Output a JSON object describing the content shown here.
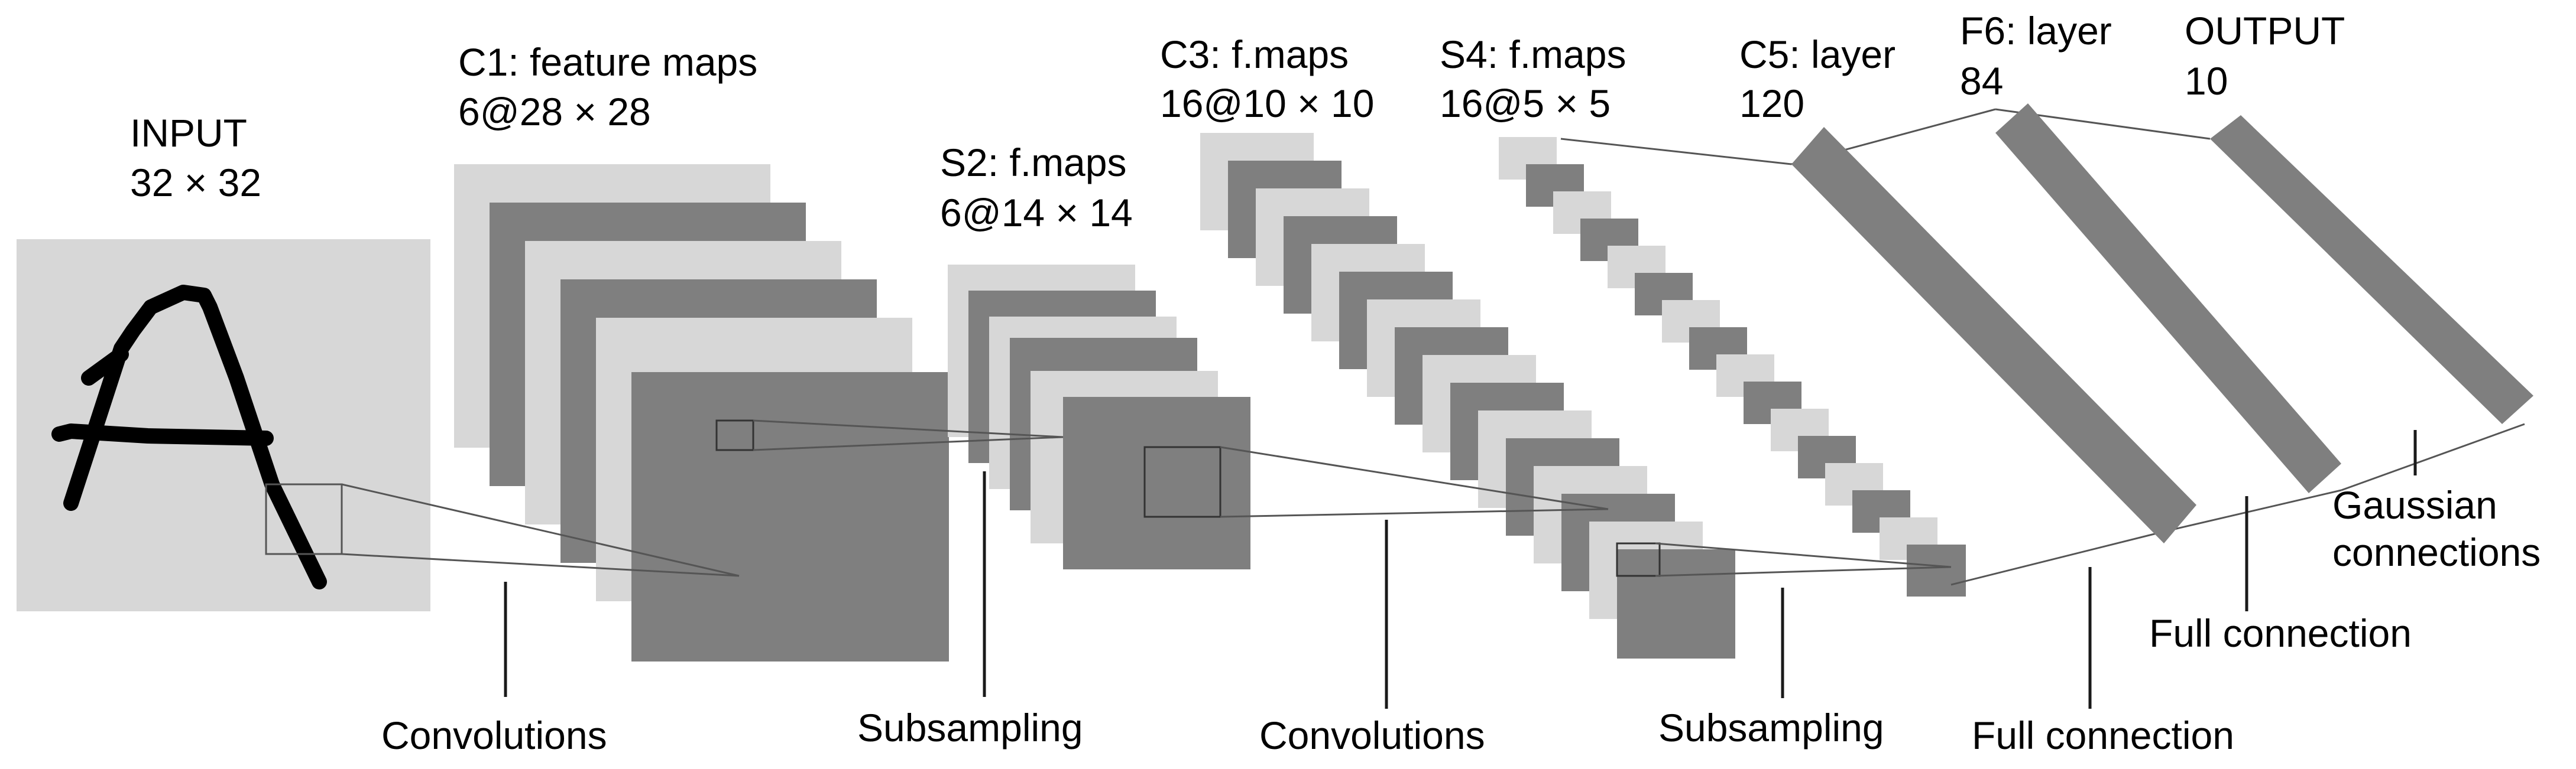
{
  "colors": {
    "light_map": "#d7d7d7",
    "dark_map": "#7f7f7f",
    "line": "#1a1a1a",
    "projection": "#555555",
    "stroke": "#000000"
  },
  "layers": {
    "input": {
      "title": "INPUT",
      "size": "32 × 32"
    },
    "c1": {
      "title": "C1: feature maps",
      "size": "6@28 × 28"
    },
    "s2": {
      "title": "S2: f.maps",
      "size": "6@14 × 14"
    },
    "c3": {
      "title": "C3: f.maps",
      "size": "16@10 × 10"
    },
    "s4": {
      "title": "S4: f.maps",
      "size": "16@5 × 5"
    },
    "c5": {
      "title": "C5: layer",
      "size": "120"
    },
    "f6": {
      "title": "F6: layer",
      "size": "84"
    },
    "output": {
      "title": "OUTPUT",
      "size": "10"
    }
  },
  "input_glyph": "A",
  "operations": {
    "conv1": "Convolutions",
    "subsamp1": "Subsampling",
    "conv2": "Convolutions",
    "subsamp2": "Subsampling",
    "full1": "Full connection",
    "full2": "Full connection",
    "gaussian_line1": "Gaussian",
    "gaussian_line2": "connections"
  }
}
